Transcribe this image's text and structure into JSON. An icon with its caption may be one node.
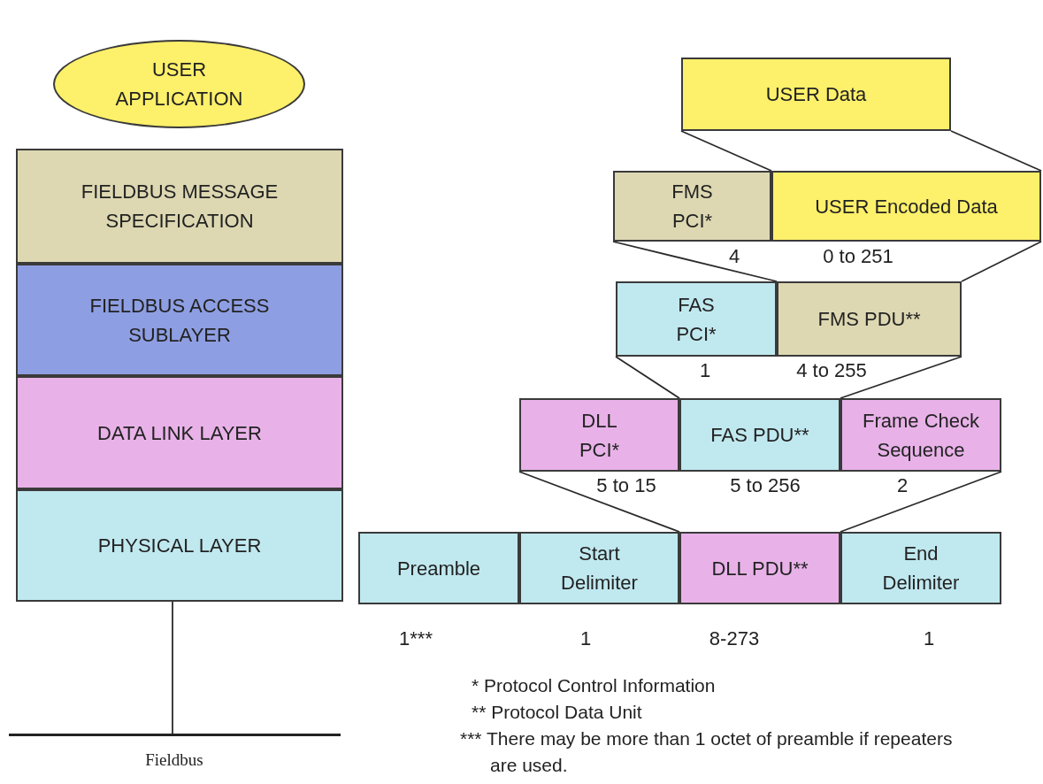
{
  "diagram": {
    "nodes": [
      {
        "text": [
          "USER APPLICATION"
        ]
      },
      {
        "text": [
          "USER Data"
        ]
      },
      {
        "text": [
          "FIELDBUS MESSAGE SPECIFICATION"
        ]
      },
      {
        "text": [
          "FMS PCI*"
        ]
      },
      {
        "text": [
          "USER Encoded Data"
        ]
      },
      {
        "text": [
          "FIELDBUS ACCESS SUBLAYER"
        ]
      },
      {
        "text": [
          "FAS PCI*"
        ]
      },
      {
        "text": [
          "FMS PDU**"
        ]
      },
      {
        "text": [
          "DATA LINK LAYER"
        ]
      },
      {
        "text": [
          "DLL PCI*"
        ]
      },
      {
        "text": [
          "FAS PDU**"
        ]
      },
      {
        "text": [
          "Frame Check Sequence"
        ]
      },
      {
        "text": [
          "PHYSICAL LAYER"
        ]
      },
      {
        "text": [
          "Preamble"
        ]
      },
      {
        "text": [
          "Start Delimiter"
        ]
      },
      {
        "text": [
          "DLL PDU**"
        ]
      },
      {
        "text": [
          "End Delimiter"
        ]
      },
      {
        "text": [],
        "shape": "bar",
        "beside": [
          "Fieldbus"
        ]
      }
    ],
    "edges": [
      {
        "from": 1,
        "to": 4,
        "arrow": "none"
      },
      {
        "from": 1,
        "to": 4,
        "arrow": "none"
      },
      {
        "from": 3,
        "to": 7,
        "arrow": "none"
      },
      {
        "from": 4,
        "to": 7,
        "arrow": "none"
      },
      {
        "from": 6,
        "to": 10,
        "arrow": "none"
      },
      {
        "from": 7,
        "to": 10,
        "arrow": "none"
      },
      {
        "from": 9,
        "to": 15,
        "arrow": "none"
      },
      {
        "from": 11,
        "to": 15,
        "arrow": "none"
      },
      {
        "from": 12,
        "to": 17,
        "arrow": "none"
      }
    ],
    "labels": [
      "4",
      "0 to 251",
      "1",
      "4 to 255",
      "5 to 15",
      "5 to 256",
      "2",
      "1***",
      "1",
      "8-273",
      "1",
      "* Protocol Control Information",
      "** Protocol Data Unit",
      "*** There may be more than 1 octet of preamble if repeaters are used."
    ]
  }
}
